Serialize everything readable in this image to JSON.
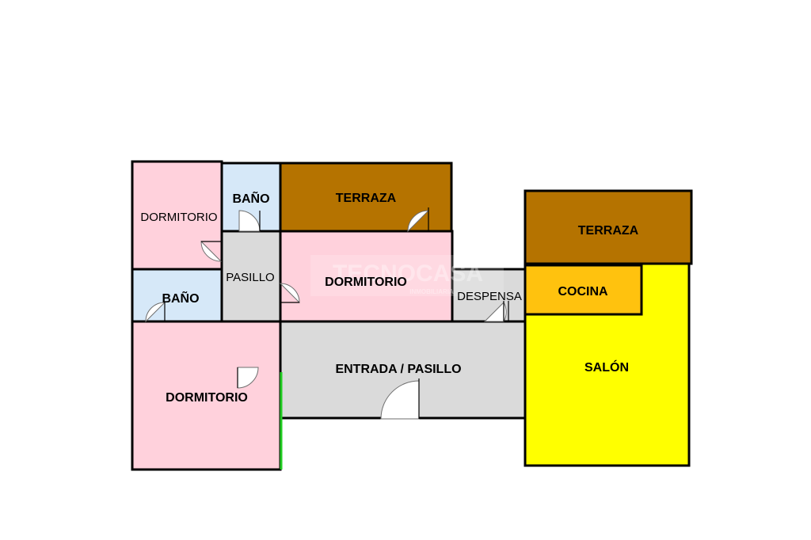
{
  "colors": {
    "dormitorio": "#ffd1dc",
    "bano": "#d6e8f8",
    "terraza": "#b57300",
    "pasillo": "#dadada",
    "cocina": "#ffc20e",
    "salon": "#ffff00",
    "wall": "#000000",
    "green_wall": "#22cc22"
  },
  "rooms": {
    "dormitorio_top": "DORMITORIO",
    "bano_top": "BAÑO",
    "terraza_left": "TERRAZA",
    "pasillo": "PASILLO",
    "dormitorio_mid": "DORMITORIO",
    "bano_left": "BAÑO",
    "despensa": "DESPENSA",
    "entrada": "ENTRADA / PASILLO",
    "dormitorio_bottom": "DORMITORIO",
    "terraza_right": "TERRAZA",
    "cocina": "COCINA",
    "salon": "SALÓN"
  },
  "watermark": {
    "brand": "TECNOCASA",
    "sub": "INMOBILIARIA"
  }
}
